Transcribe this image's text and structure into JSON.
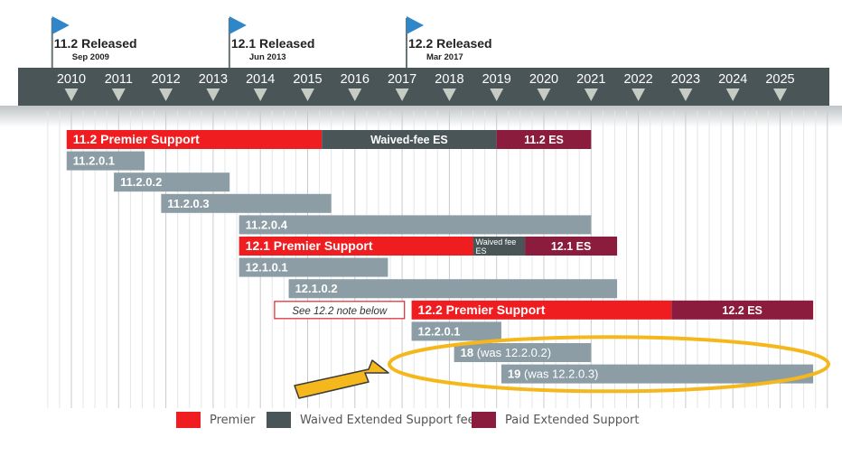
{
  "chart_data": {
    "type": "gantt",
    "x_axis": {
      "ticks": [
        "2010",
        "2011",
        "2012",
        "2013",
        "2014",
        "2015",
        "2016",
        "2017",
        "2018",
        "2019",
        "2020",
        "2021",
        "2022",
        "2023",
        "2024",
        "2025"
      ],
      "range": [
        2009.4,
        2026.0
      ],
      "grid": true
    },
    "milestones": [
      {
        "title": "11.2 Released",
        "date": "Sep 2009",
        "at": 2009.67
      },
      {
        "title": "12.1 Released",
        "date": "Jun 2013",
        "at": 2013.42
      },
      {
        "title": "12.2 Released",
        "date": "Mar 2017",
        "at": 2017.17
      }
    ],
    "rows": [
      {
        "segments": [
          {
            "label": "11.2 Premier Support",
            "start": 2009.9,
            "end": 2015.3,
            "kind": "premier"
          },
          {
            "label": "Waived-fee ES",
            "start": 2015.3,
            "end": 2019.0,
            "kind": "waived"
          },
          {
            "label": "11.2 ES",
            "start": 2019.0,
            "end": 2021.0,
            "kind": "paid"
          }
        ]
      },
      {
        "segments": [
          {
            "label": "11.2.0.1",
            "start": 2009.9,
            "end": 2011.55,
            "kind": "release"
          }
        ]
      },
      {
        "segments": [
          {
            "label": "11.2.0.2",
            "start": 2010.9,
            "end": 2013.35,
            "kind": "release"
          }
        ]
      },
      {
        "segments": [
          {
            "label": "11.2.0.3",
            "start": 2011.9,
            "end": 2015.5,
            "kind": "release"
          }
        ]
      },
      {
        "segments": [
          {
            "label": "11.2.0.4",
            "start": 2013.55,
            "end": 2021.0,
            "kind": "release"
          }
        ]
      },
      {
        "segments": [
          {
            "label": "12.1 Premier Support",
            "start": 2013.55,
            "end": 2018.5,
            "kind": "premier"
          },
          {
            "label": "Waived fee ES",
            "start": 2018.5,
            "end": 2019.6,
            "kind": "waived"
          },
          {
            "label": "12.1 ES",
            "start": 2019.6,
            "end": 2021.55,
            "kind": "paid"
          }
        ]
      },
      {
        "segments": [
          {
            "label": "12.1.0.1",
            "start": 2013.55,
            "end": 2016.7,
            "kind": "release"
          }
        ]
      },
      {
        "segments": [
          {
            "label": "12.1.0.2",
            "start": 2014.6,
            "end": 2021.55,
            "kind": "release"
          }
        ]
      },
      {
        "segments": [
          {
            "label": "12.2 Premier Support",
            "start": 2017.2,
            "end": 2022.7,
            "kind": "premier"
          },
          {
            "label": "12.2 ES",
            "start": 2022.7,
            "end": 2025.7,
            "kind": "paid"
          }
        ]
      },
      {
        "segments": [
          {
            "label": "12.2.0.1",
            "start": 2017.2,
            "end": 2019.1,
            "kind": "release"
          }
        ]
      },
      {
        "segments": [
          {
            "label": "18",
            "suffix": " (was 12.2.0.2)",
            "start": 2018.1,
            "end": 2021.0,
            "kind": "release"
          }
        ]
      },
      {
        "segments": [
          {
            "label": "19",
            "suffix": " (was 12.2.0.3)",
            "start": 2019.1,
            "end": 2025.7,
            "kind": "release"
          }
        ]
      }
    ],
    "note": {
      "text": "See 12.2 note below",
      "start": 2014.3,
      "end": 2017.05,
      "row": 8
    },
    "callout": {
      "shape": "ellipse",
      "around_rows": [
        10,
        11
      ],
      "pointer": "arrow",
      "color": "#F5B81C"
    },
    "colors": {
      "premier": "#F01D20",
      "waived": "#4A5558",
      "paid": "#8C1C3E",
      "release": "#8C9DA6",
      "axis_band": "#4A5558",
      "note_border": "#E0242A",
      "flag": "#2F86C9"
    },
    "legend": {
      "position": "bottom",
      "items": [
        {
          "label": "Premier",
          "color": "#F01D20"
        },
        {
          "label": "Waived Extended Support fee",
          "color": "#4A5558"
        },
        {
          "label": "Paid Extended Support",
          "color": "#8C1C3E"
        }
      ]
    }
  }
}
